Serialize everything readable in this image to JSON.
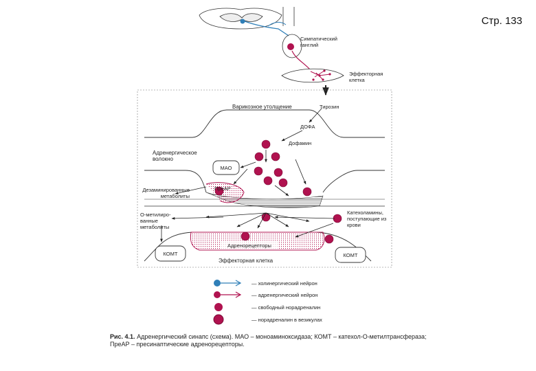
{
  "page_number": "Стр. 133",
  "labels": {
    "sympathetic_ganglion": "Симпатический ганглий",
    "effector_cell_top": "Эффекторная клетка",
    "varicose": "Варикозное утолщение",
    "tyrosine": "Тирозин",
    "dopa": "ДОФА",
    "dopamine": "Дофамин",
    "adrenergic_fiber": "Адренергическое волокно",
    "mao": "МАО",
    "pre_ar": "ПреАР",
    "deaminated": "Дезаминированные метаболиты",
    "o_methylated": "О-метилиро- ванные метаболиты",
    "catecholamines": "Катехоламины, поступающие из крови",
    "adrenoreceptors": "Адренорецепторы",
    "comt_left": "КОМТ",
    "comt_right": "КОМТ",
    "effector_cell": "Эффекторная клетка"
  },
  "legend": [
    {
      "text": "— холинергический нейрон",
      "color": "#2f7fb8"
    },
    {
      "text": "— адренергический нейрон",
      "color": "#b0124f"
    },
    {
      "text": "— свободный норадреналин",
      "color": "#b0124f"
    },
    {
      "text": "— норадреналин в везикулах",
      "color": "#b0124f"
    }
  ],
  "caption": {
    "title": "Рис. 4.1.",
    "text": "Адренергический синапс (схема). МАО – моноаминоксидаза; КОМТ – катехол-О-метилтрансфераза; ПреАР – пресинаптические адренорецепторы."
  },
  "colors": {
    "vesicle": "#b0124f",
    "cholinergic": "#2f7fb8",
    "line": "#333333"
  }
}
